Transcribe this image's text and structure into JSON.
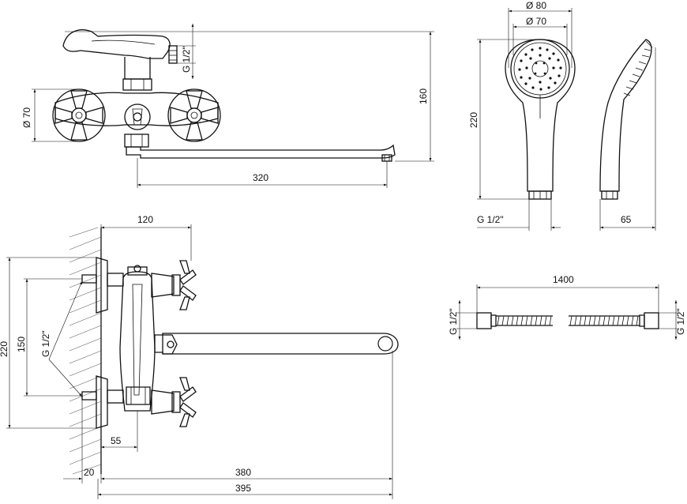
{
  "dimensions": {
    "top_view": {
      "inlet_thread": "G 1/2\"",
      "handwheel_diameter": "Ø 70",
      "height": "160",
      "spout_length": "320"
    },
    "shower_head": {
      "outer_diameter": "Ø 80",
      "face_diameter": "Ø 70",
      "length": "220",
      "thread": "G 1/2\"",
      "depth": "65"
    },
    "side_view": {
      "eccentric_width": "120",
      "total_height": "220",
      "inlet_spacing": "150",
      "inlet_thread": "G 1/2\"",
      "outlet_offset": "55",
      "wall_offset": "20",
      "spout_reach": "380",
      "total_reach": "395"
    },
    "hose": {
      "length": "1400",
      "left_thread": "G 1/2\"",
      "right_thread": "G 1/2\""
    }
  }
}
